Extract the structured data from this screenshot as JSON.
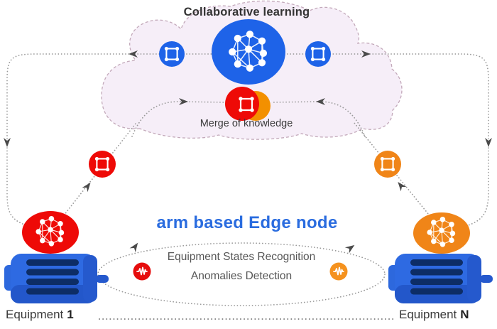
{
  "cloud": {
    "title": "Collaborative learning",
    "merge_label": "Merge of knowledge"
  },
  "edge_node": {
    "title": "arm based Edge node",
    "function_1": "Equipment States Recognition",
    "function_2": "Anomalies Detection"
  },
  "equipment": [
    {
      "name": "Equipment",
      "index": "1"
    },
    {
      "name": "Equipment",
      "index": "N"
    }
  ],
  "icons": {
    "global_model": "neural-network-icon",
    "local_model": "square-model-icon",
    "signal": "vibration-wave-icon",
    "machine": "electric-motor-icon",
    "flow": "dotted-arrow-connectors"
  },
  "colors": {
    "primary_blue": "#1e63e8",
    "red": "#ee0a07",
    "orange": "#f08518",
    "merge_orange": "#f39000",
    "pulse_red": "#e60d0d",
    "pulse_orange": "#f5921e",
    "cloud_fill": "#f6eef8",
    "cloud_border": "#c3a9ba",
    "connector_gray": "#999999",
    "arrow_dark": "#4a4a4a",
    "accent_text_blue": "#2a6cdf",
    "dark_text": "#333333",
    "muted_text": "#565656",
    "motor_blue": "#2e6ae2",
    "motor_dark_slats": "#0d2d66"
  }
}
